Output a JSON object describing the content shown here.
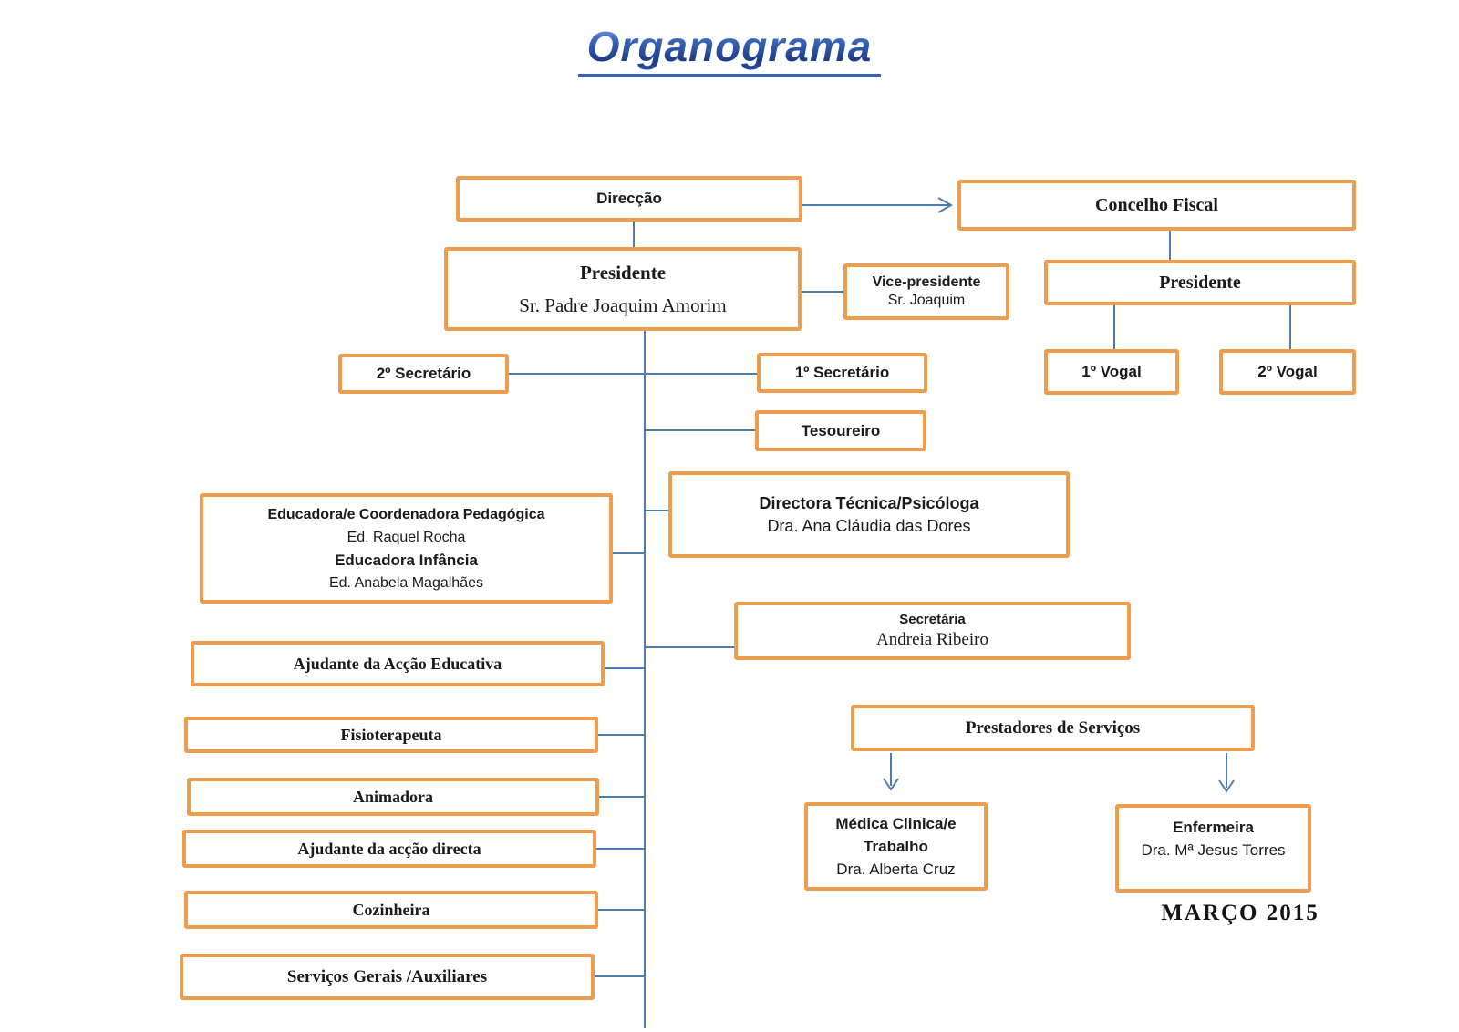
{
  "title": "Organograma",
  "footer": {
    "date": "MARÇO 2015"
  },
  "colors": {
    "box_border": "#EE9C4E",
    "connector": "#4F7CB0",
    "title": "#2E58A6"
  },
  "nodes": {
    "direcao": {
      "label": "Direcção"
    },
    "concelho_fiscal": {
      "label": "Concelho Fiscal"
    },
    "presidente": {
      "title": "Presidente",
      "name": "Sr. Padre Joaquim Amorim"
    },
    "vice_presidente": {
      "title": "Vice-presidente",
      "name": "Sr. Joaquim"
    },
    "presidente_fiscal": {
      "label": "Presidente"
    },
    "vogal1": {
      "label": "1º Vogal"
    },
    "vogal2": {
      "label": "2º Vogal"
    },
    "secretario2": {
      "label": "2º Secretário"
    },
    "secretario1": {
      "label": "1º Secretário"
    },
    "tesoureiro": {
      "label": "Tesoureiro"
    },
    "directora": {
      "title": "Directora Técnica/Psicóloga",
      "name": "Dra. Ana Cláudia das Dores"
    },
    "educadora": {
      "title1": "Educadora/e Coordenadora Pedagógica",
      "name1": "Ed. Raquel Rocha",
      "title2": "Educadora Infância",
      "name2": "Ed. Anabela Magalhães"
    },
    "secretaria": {
      "title": "Secretária",
      "name": "Andreia Ribeiro"
    },
    "ajudante_educativa": {
      "label": "Ajudante da Acção Educativa"
    },
    "prestadores": {
      "label": "Prestadores de Serviços"
    },
    "fisioterapeuta": {
      "label": "Fisioterapeuta"
    },
    "animadora": {
      "label": "Animadora"
    },
    "medica": {
      "title": "Médica Clinica/e Trabalho",
      "name": "Dra. Alberta Cruz"
    },
    "enfermeira": {
      "title": "Enfermeira",
      "name": "Dra. Mª Jesus Torres"
    },
    "ajudante_directa": {
      "label": "Ajudante da acção directa"
    },
    "cozinheira": {
      "label": "Cozinheira"
    },
    "servicos_gerais": {
      "label": "Serviços Gerais /Auxiliares"
    }
  }
}
